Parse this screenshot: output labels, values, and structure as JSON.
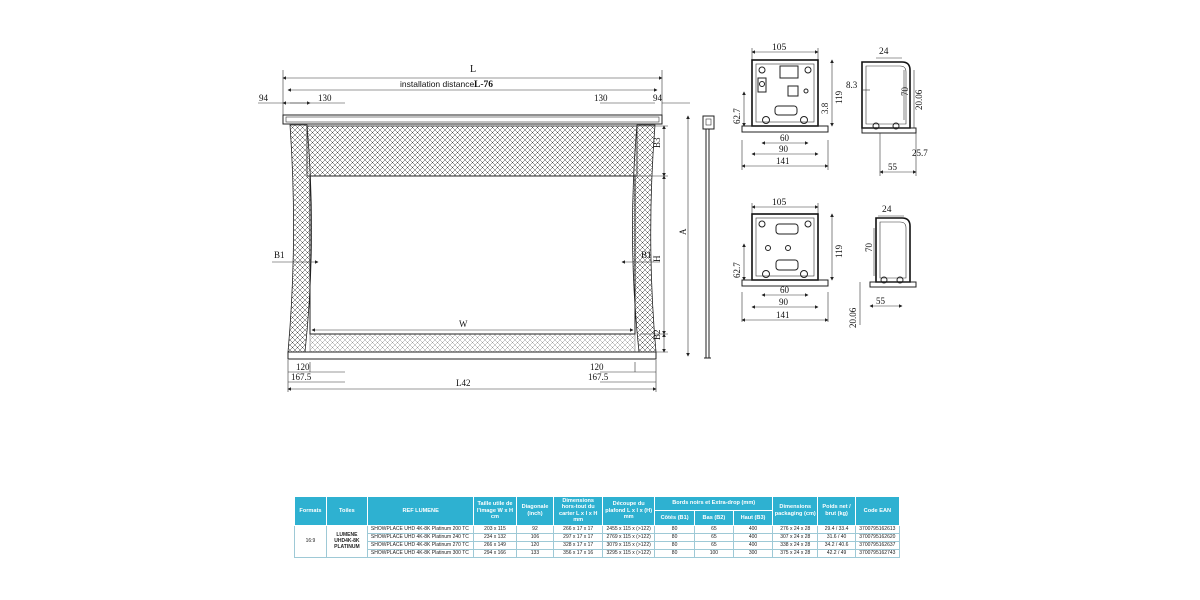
{
  "dims": {
    "L": "L",
    "install": "installation distance",
    "L76": "L-76",
    "d94": "94",
    "d130": "130",
    "B1": "B1",
    "B2": "B2",
    "B3": "B3",
    "H": "H",
    "A": "A",
    "W": "W",
    "d120": "120",
    "d1675": "167.5",
    "L42": "L42"
  },
  "side_top": {
    "w105": "105",
    "h627": "62.7",
    "h38": "3.8",
    "h119": "119",
    "w60": "60",
    "w90": "90",
    "w141": "141",
    "d24": "24",
    "d83": "8.3",
    "d70": "70",
    "d2006": "20.06",
    "d257": "25.7",
    "d55": "55"
  },
  "side_bottom": {
    "w105": "105",
    "h627": "62.7",
    "h119": "119",
    "w60": "60",
    "w90": "90",
    "w141": "141",
    "d24": "24",
    "d70": "70",
    "d2006": "20.06",
    "d55": "55"
  },
  "table": {
    "headers": {
      "formats": "Formats",
      "toiles": "Toiles",
      "ref": "REF LUMENE",
      "taille": "Taille utile de l'image W x H cm",
      "diag": "Diagonale (inch)",
      "dims": "Dimensions hors-tout du carter L x l x H mm",
      "decoupe": "Découpe du plafond L x l x (H) mm",
      "bords": "Bords noirs et Extra-drop (mm)",
      "cotes": "Côtés (B1)",
      "bas": "Bas (B2)",
      "haut": "Haut (B3)",
      "pack": "Dimensions packaging (cm)",
      "poids": "Poids net / brut (kg)",
      "ean": "Code EAN"
    },
    "format": "16:9",
    "toile": "LUMENE UHD4K-8K PLATINUM",
    "rows": [
      {
        "ref": "SHOWPLACE UHD 4K-8K Platinum 200 TC",
        "taille": "203 x 115",
        "diag": "92",
        "dims": "266 x 17 x 17",
        "decoupe": "2455 x 115 x (>122)",
        "b1": "80",
        "b2": "65",
        "b3": "400",
        "pack": "276 x 24 x 28",
        "poids": "29.4 / 33.4",
        "ean": "3700795162613"
      },
      {
        "ref": "SHOWPLACE UHD 4K-8K Platinum 240 TC",
        "taille": "234 x 132",
        "diag": "106",
        "dims": "297 x 17 x 17",
        "decoupe": "2769 x 115 x (>122)",
        "b1": "80",
        "b2": "65",
        "b3": "400",
        "pack": "307 x 24 x 28",
        "poids": "31.6 / 40",
        "ean": "3700795162620"
      },
      {
        "ref": "SHOWPLACE UHD 4K-8K Platinum 270 TC",
        "taille": "266 x 149",
        "diag": "120",
        "dims": "328 x 17 x 17",
        "decoupe": "3079 x 115 x (>122)",
        "b1": "80",
        "b2": "65",
        "b3": "400",
        "pack": "338 x 24 x 28",
        "poids": "34.2 / 40.6",
        "ean": "3700795162637"
      },
      {
        "ref": "SHOWPLACE UHD 4K-8K Platinum 300 TC",
        "taille": "294 x 166",
        "diag": "133",
        "dims": "356 x 17 x 16",
        "decoupe": "3295 x 115 x (>122)",
        "b1": "80",
        "b2": "100",
        "b3": "300",
        "pack": "375 x 24 x 28",
        "poids": "42.2 / 49",
        "ean": "3700795162743"
      }
    ]
  }
}
